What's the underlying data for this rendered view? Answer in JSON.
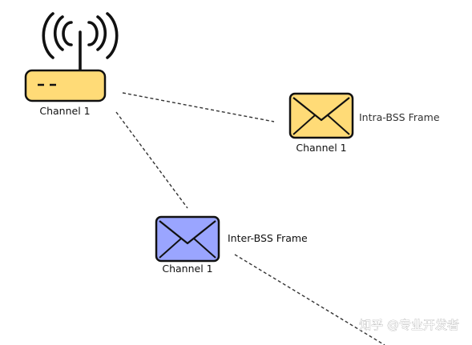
{
  "nodes": {
    "router": {
      "label": "Channel 1",
      "fill": "#ffdb77"
    },
    "intra_frame": {
      "label": "Channel 1",
      "side_label": "Intra-BSS Frame",
      "fill": "#ffdb77"
    },
    "inter_frame": {
      "label": "Channel 1",
      "side_label": "Inter-BSS Frame",
      "fill": "#9aa5ff"
    }
  },
  "edges": [
    {
      "from": "router",
      "to": "intra_frame",
      "style": "dashed"
    },
    {
      "from": "router",
      "to": "inter_frame",
      "style": "dashed"
    },
    {
      "from": "inter_frame",
      "to": "offscreen",
      "style": "dashed"
    }
  ],
  "watermark": "知乎 @专业开发者"
}
